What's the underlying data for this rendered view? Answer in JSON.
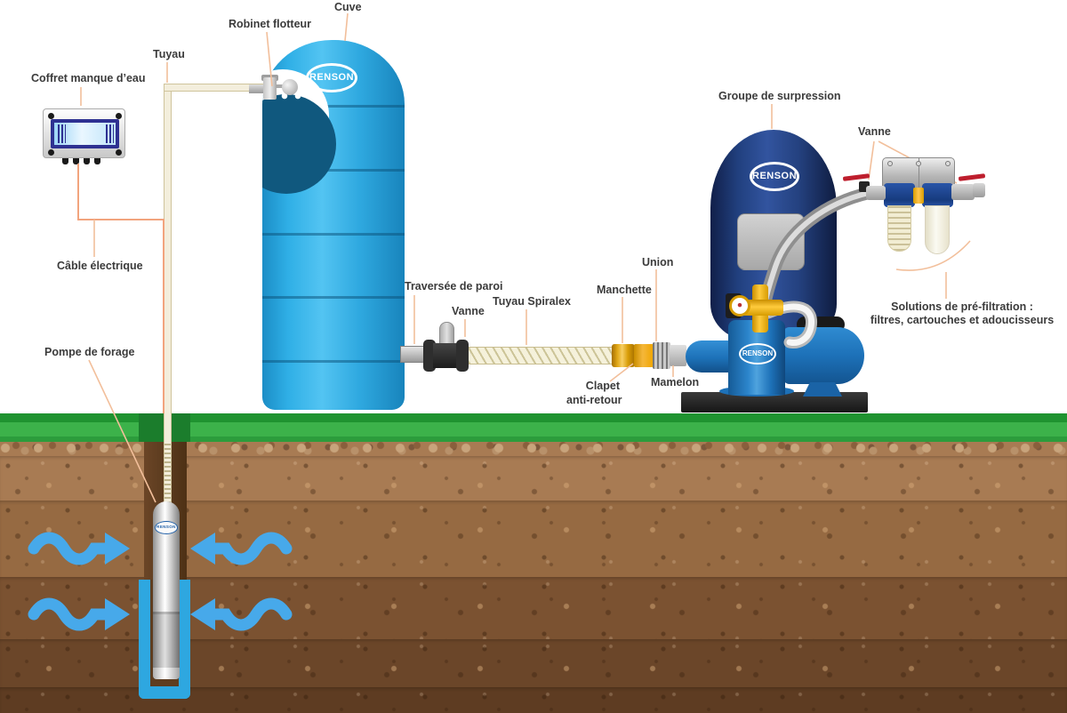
{
  "brand": {
    "logo_text": "RENSON"
  },
  "labels": {
    "cuve": "Cuve",
    "robinet_flotteur": "Robinet flotteur",
    "tuyau": "Tuyau",
    "coffret": "Coffret manque d’eau",
    "cable_electrique": "Câble électrique",
    "pompe_de_forage": "Pompe de forage",
    "traversee_de_paroi": "Traversée de paroi",
    "vanne_gauche": "Vanne",
    "tuyau_spiralex": "Tuyau Spiralex",
    "manchette": "Manchette",
    "union": "Union",
    "clapet_line1": "Clapet",
    "clapet_line2": "anti-retour",
    "mamelon": "Mamelon",
    "groupe_de_surpression": "Groupe de surpression",
    "vanne_droite": "Vanne",
    "solutions_line1": "Solutions de pré-filtration :",
    "solutions_line2": "filtres, cartouches et adoucisseurs"
  },
  "colors": {
    "tank_blue": "#29A8E0",
    "pressure_navy": "#203C8C",
    "pump_blue": "#1D71B8",
    "grass_green": "#3CB24A",
    "arrow_blue": "#47A9EA",
    "gold": "#F0A500",
    "leader": "#F2BF9B",
    "cable": "#F2A47E",
    "text": "#3B3B3B",
    "soil_1": "#A87B53",
    "soil_2": "#966A42",
    "soil_3": "#7B5231",
    "soil_4": "#6B4629",
    "soil_5": "#5E3C22",
    "borehole": "#5E3D20",
    "casing": "#2EA7E0"
  }
}
